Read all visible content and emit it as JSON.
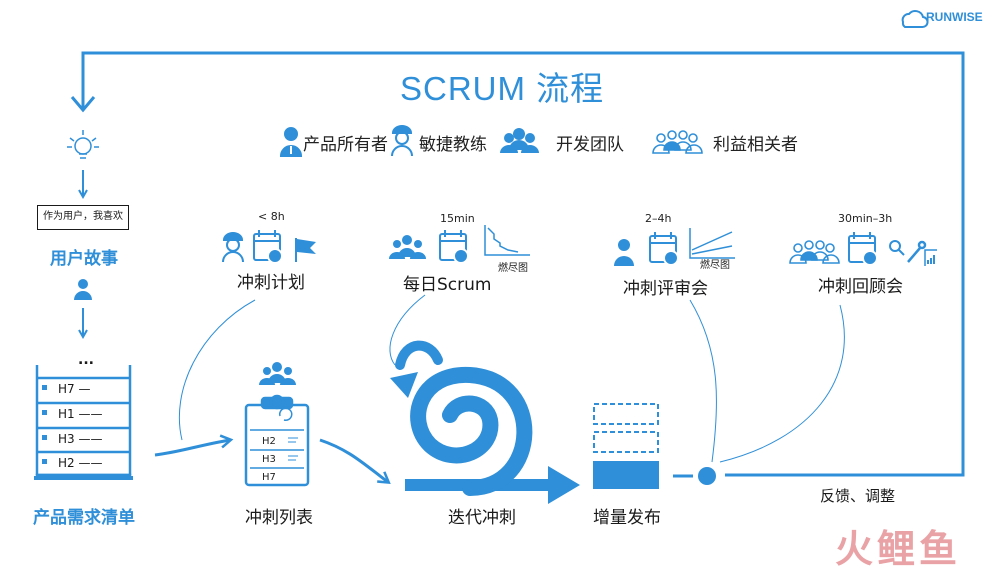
{
  "header": {
    "title": "SCRUM 流程",
    "logo_text": "RUNWISE",
    "watermark": "火鲤鱼"
  },
  "roles": {
    "product_owner": "产品所有者",
    "scrum_master": "敏捷教练",
    "dev_team": "开发团队",
    "stakeholders": "利益相关者"
  },
  "user_story": {
    "box_text": "作为用户，我喜欢",
    "label": "用户故事"
  },
  "backlog": {
    "dots": "...",
    "items": [
      "H7 —",
      "H1 ——",
      "H3 ——",
      "H2 ——"
    ],
    "label": "产品需求清单"
  },
  "sprint_backlog": {
    "items": [
      "H2",
      "H3",
      "H7"
    ],
    "label": "冲刺列表"
  },
  "sprint_planning": {
    "duration": "< 8h",
    "label": "冲刺计划"
  },
  "daily_scrum": {
    "duration": "15min",
    "label": "每日Scrum",
    "chart_label": "燃尽图"
  },
  "sprint_review": {
    "duration": "2–4h",
    "label": "冲刺评审会",
    "chart_label": "燃尽图"
  },
  "sprint_retro": {
    "duration": "30min–3h",
    "label": "冲刺回顾会"
  },
  "iteration": {
    "label": "迭代冲刺"
  },
  "increment": {
    "label": "增量发布"
  },
  "feedback": {
    "label": "反馈、调整"
  },
  "colors": {
    "primary": "#2f8fd8",
    "text": "#1a1a1a",
    "watermark": "#e9a2a5"
  }
}
